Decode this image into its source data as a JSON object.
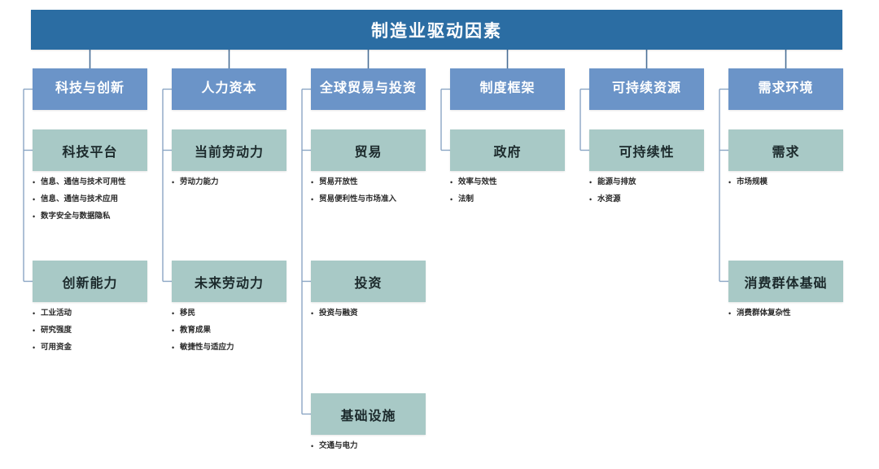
{
  "title": {
    "text": "制造业驱动因素"
  },
  "colors": {
    "title_bar": "#2b6da3",
    "pillar_box": "#6b94c8",
    "sub_box": "#a8c9c6",
    "connector": "#8ba6c4",
    "background": "#ffffff"
  },
  "pillars": [
    {
      "id": "technology-innovation",
      "label": "科技与创新",
      "label_lines": [
        "科技与创新"
      ],
      "subs": [
        {
          "id": "tech-platform",
          "label": "科技平台",
          "bullets": [
            "信息、通信与技术可用性",
            "信息、通信与技术应用",
            "数字安全与数据隐私"
          ]
        },
        {
          "id": "innovation-capability",
          "label": "创新能力",
          "bullets": [
            "工业活动",
            "研究强度",
            "可用资金"
          ]
        }
      ]
    },
    {
      "id": "human-capital",
      "label": "人力资本",
      "label_lines": [
        "人力资本"
      ],
      "subs": [
        {
          "id": "current-workforce",
          "label": "当前劳动力",
          "bullets": [
            "劳动力能力"
          ]
        },
        {
          "id": "future-workforce",
          "label": "未来劳动力",
          "bullets": [
            "移民",
            "教育成果",
            "敏捷性与适应力"
          ]
        }
      ]
    },
    {
      "id": "global-trade-investment",
      "label": "全球贸易与投资",
      "label_lines": [
        "全球贸易",
        "与投资"
      ],
      "subs": [
        {
          "id": "trade",
          "label": "贸易",
          "bullets": [
            "贸易开放性",
            "贸易便利性与市场准入"
          ]
        },
        {
          "id": "investment",
          "label": "投资",
          "bullets": [
            "投资与融资"
          ]
        },
        {
          "id": "infrastructure",
          "label": "基础设施",
          "bullets": [
            "交通与电力"
          ]
        }
      ]
    },
    {
      "id": "institutional-framework",
      "label": "制度框架",
      "label_lines": [
        "制度框架"
      ],
      "subs": [
        {
          "id": "government",
          "label": "政府",
          "bullets": [
            "效率与效性",
            "法制"
          ]
        }
      ]
    },
    {
      "id": "sustainable-resources",
      "label": "可持续资源",
      "label_lines": [
        "可持续资源"
      ],
      "subs": [
        {
          "id": "sustainability",
          "label": "可持续性",
          "bullets": [
            "能源与排放",
            "水资源"
          ]
        }
      ]
    },
    {
      "id": "demand-environment",
      "label": "需求环境",
      "label_lines": [
        "需求环境"
      ],
      "subs": [
        {
          "id": "demand",
          "label": "需求",
          "bullets": [
            "市场规模"
          ]
        },
        {
          "id": "consumer-base",
          "label": "消费群体基础",
          "bullets": [
            "消费群体复杂性"
          ]
        }
      ]
    }
  ]
}
